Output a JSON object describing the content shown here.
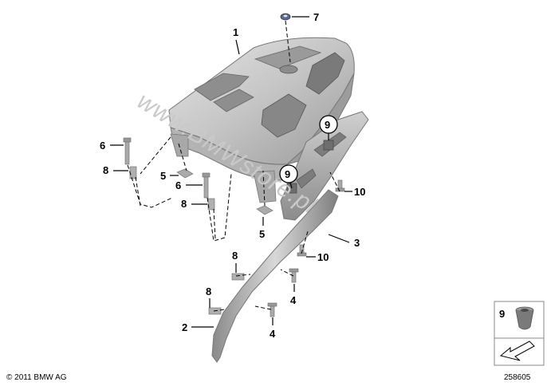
{
  "diagram": {
    "callouts": {
      "p1": "1",
      "p2": "2",
      "p3": "3",
      "p4a": "4",
      "p4b": "4",
      "p5a": "5",
      "p5b": "5",
      "p6a": "6",
      "p6b": "6",
      "p7": "7",
      "p8a": "8",
      "p8b": "8",
      "p8c": "8",
      "p8d": "8",
      "p9a": "9",
      "p9b": "9",
      "p10a": "10",
      "p10b": "10"
    },
    "watermark": "www.BMWstore.pl",
    "copyright": "© 2011 BMW AG",
    "drawing_number": "258605",
    "inset": {
      "label": "9"
    }
  }
}
